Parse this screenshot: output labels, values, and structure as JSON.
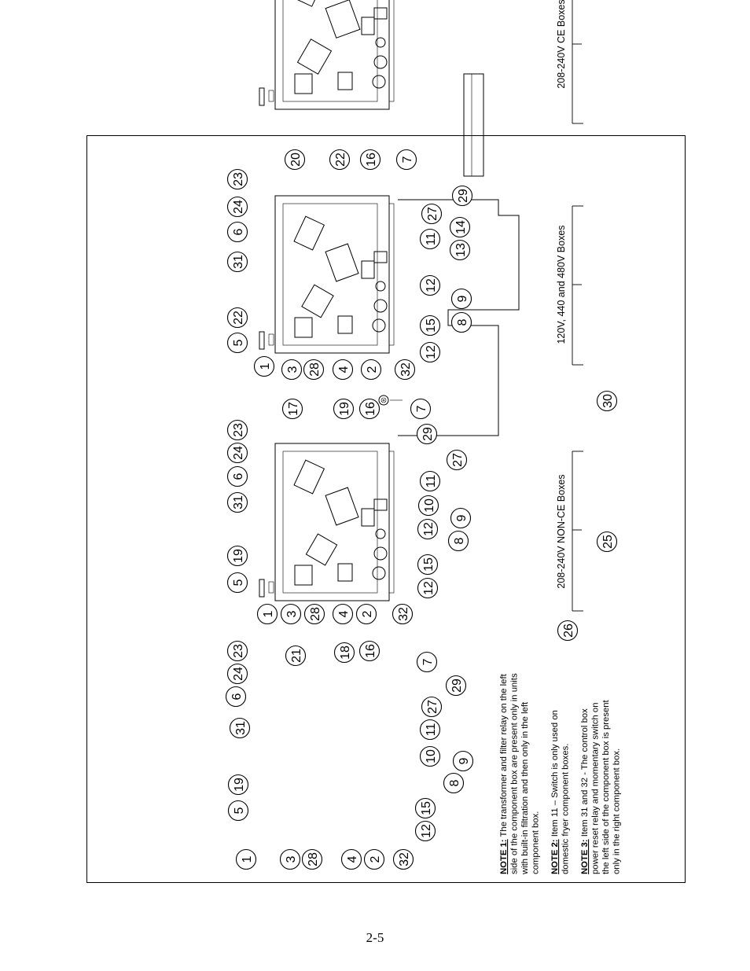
{
  "page_number": "2-5",
  "sections": [
    {
      "heading": "208-240V NON-CE Boxes"
    },
    {
      "heading": "120V, 440 and 480V Boxes"
    },
    {
      "heading": "208-240V CE Boxes"
    }
  ],
  "notes": [
    {
      "label": "NOTE 1:",
      "lines": [
        "The transformer and filter relay on the left",
        "side of the component box are present only in units",
        "with built-in filtration and then only in the left",
        "component box."
      ]
    },
    {
      "label": "NOTE 2:",
      "lines": [
        "Item 11 – Switch is only used on",
        "domestic fryer component boxes."
      ]
    },
    {
      "label": "NOTE 3:",
      "lines": [
        "Item 31 and 32 - The control box",
        "power reset relay and momentary switch on",
        "the left side of the component box is present",
        "only in the right component box."
      ]
    }
  ],
  "callouts": {
    "noncea": [
      "1",
      "5",
      "19",
      "31",
      "6",
      "24",
      "23"
    ],
    "nonceb": [
      "3",
      "28",
      "21",
      "4",
      "18",
      "2",
      "16",
      "32",
      "12",
      "15",
      "8",
      "9",
      "10",
      "11",
      "27",
      "29",
      "7"
    ],
    "mida": [
      "1",
      "5",
      "19",
      "31",
      "6",
      "24",
      "23"
    ],
    "midb": [
      "3",
      "28",
      "17",
      "4",
      "19",
      "2",
      "16",
      "32",
      "12",
      "15",
      "8",
      "9",
      "12",
      "10",
      "11",
      "27",
      "29",
      "7"
    ],
    "cea": [
      "1",
      "5",
      "22",
      "31",
      "6",
      "24",
      "23"
    ],
    "ceb": [
      "3",
      "28",
      "20",
      "4",
      "22",
      "2",
      "16",
      "32",
      "12",
      "15",
      "8",
      "9",
      "12",
      "13",
      "14",
      "11",
      "27",
      "29",
      "7"
    ],
    "extras": [
      "26",
      "25",
      "30"
    ]
  }
}
